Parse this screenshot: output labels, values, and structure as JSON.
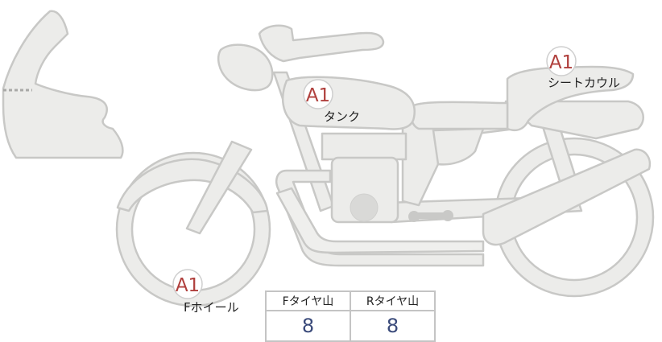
{
  "labels": [
    {
      "grade": "A1",
      "name": "シートカウル"
    },
    {
      "grade": "A1",
      "name": "タンク"
    },
    {
      "grade": "A1",
      "name": "Fホイール"
    }
  ],
  "tread_table": {
    "headers": [
      "Fタイヤ山",
      "Rタイヤ山"
    ],
    "values": [
      "8",
      "8"
    ]
  }
}
